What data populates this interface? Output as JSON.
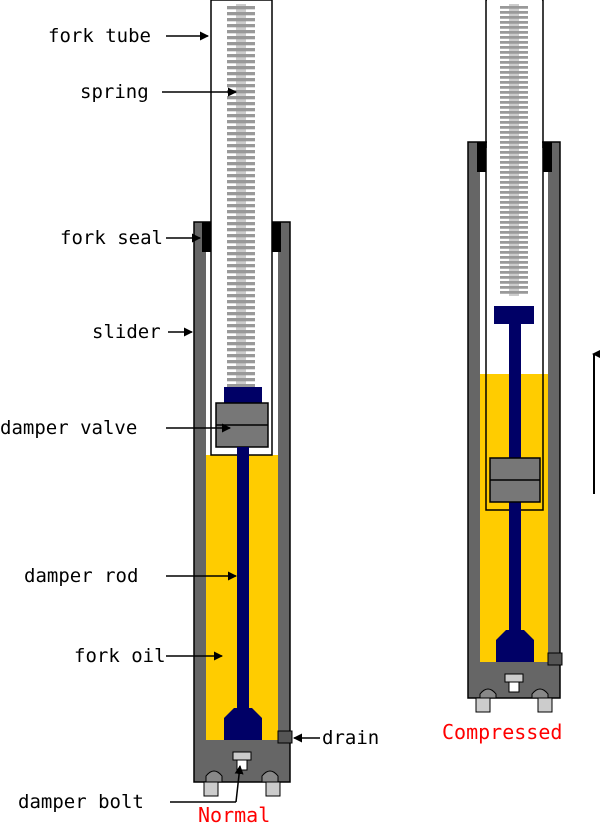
{
  "labels": {
    "fork_tube": "fork tube",
    "spring": "spring",
    "fork_seal": "fork seal",
    "slider": "slider",
    "damper_valve": "damper valve",
    "damper_rod": "damper rod",
    "fork_oil": "fork oil",
    "drain": "drain",
    "damper_bolt": "damper bolt"
  },
  "captions": {
    "normal": "Normal",
    "compressed": "Compressed"
  },
  "colors": {
    "slider_gray": "#666666",
    "oil_yellow": "#ffcc00",
    "rod_navy": "#000066",
    "valve_gray": "#777777",
    "spring_gray": "#999999",
    "seal_black": "#000000",
    "caption_red": "#ff0000"
  },
  "icons": {
    "compression_arrow": "arrow-up-icon"
  }
}
